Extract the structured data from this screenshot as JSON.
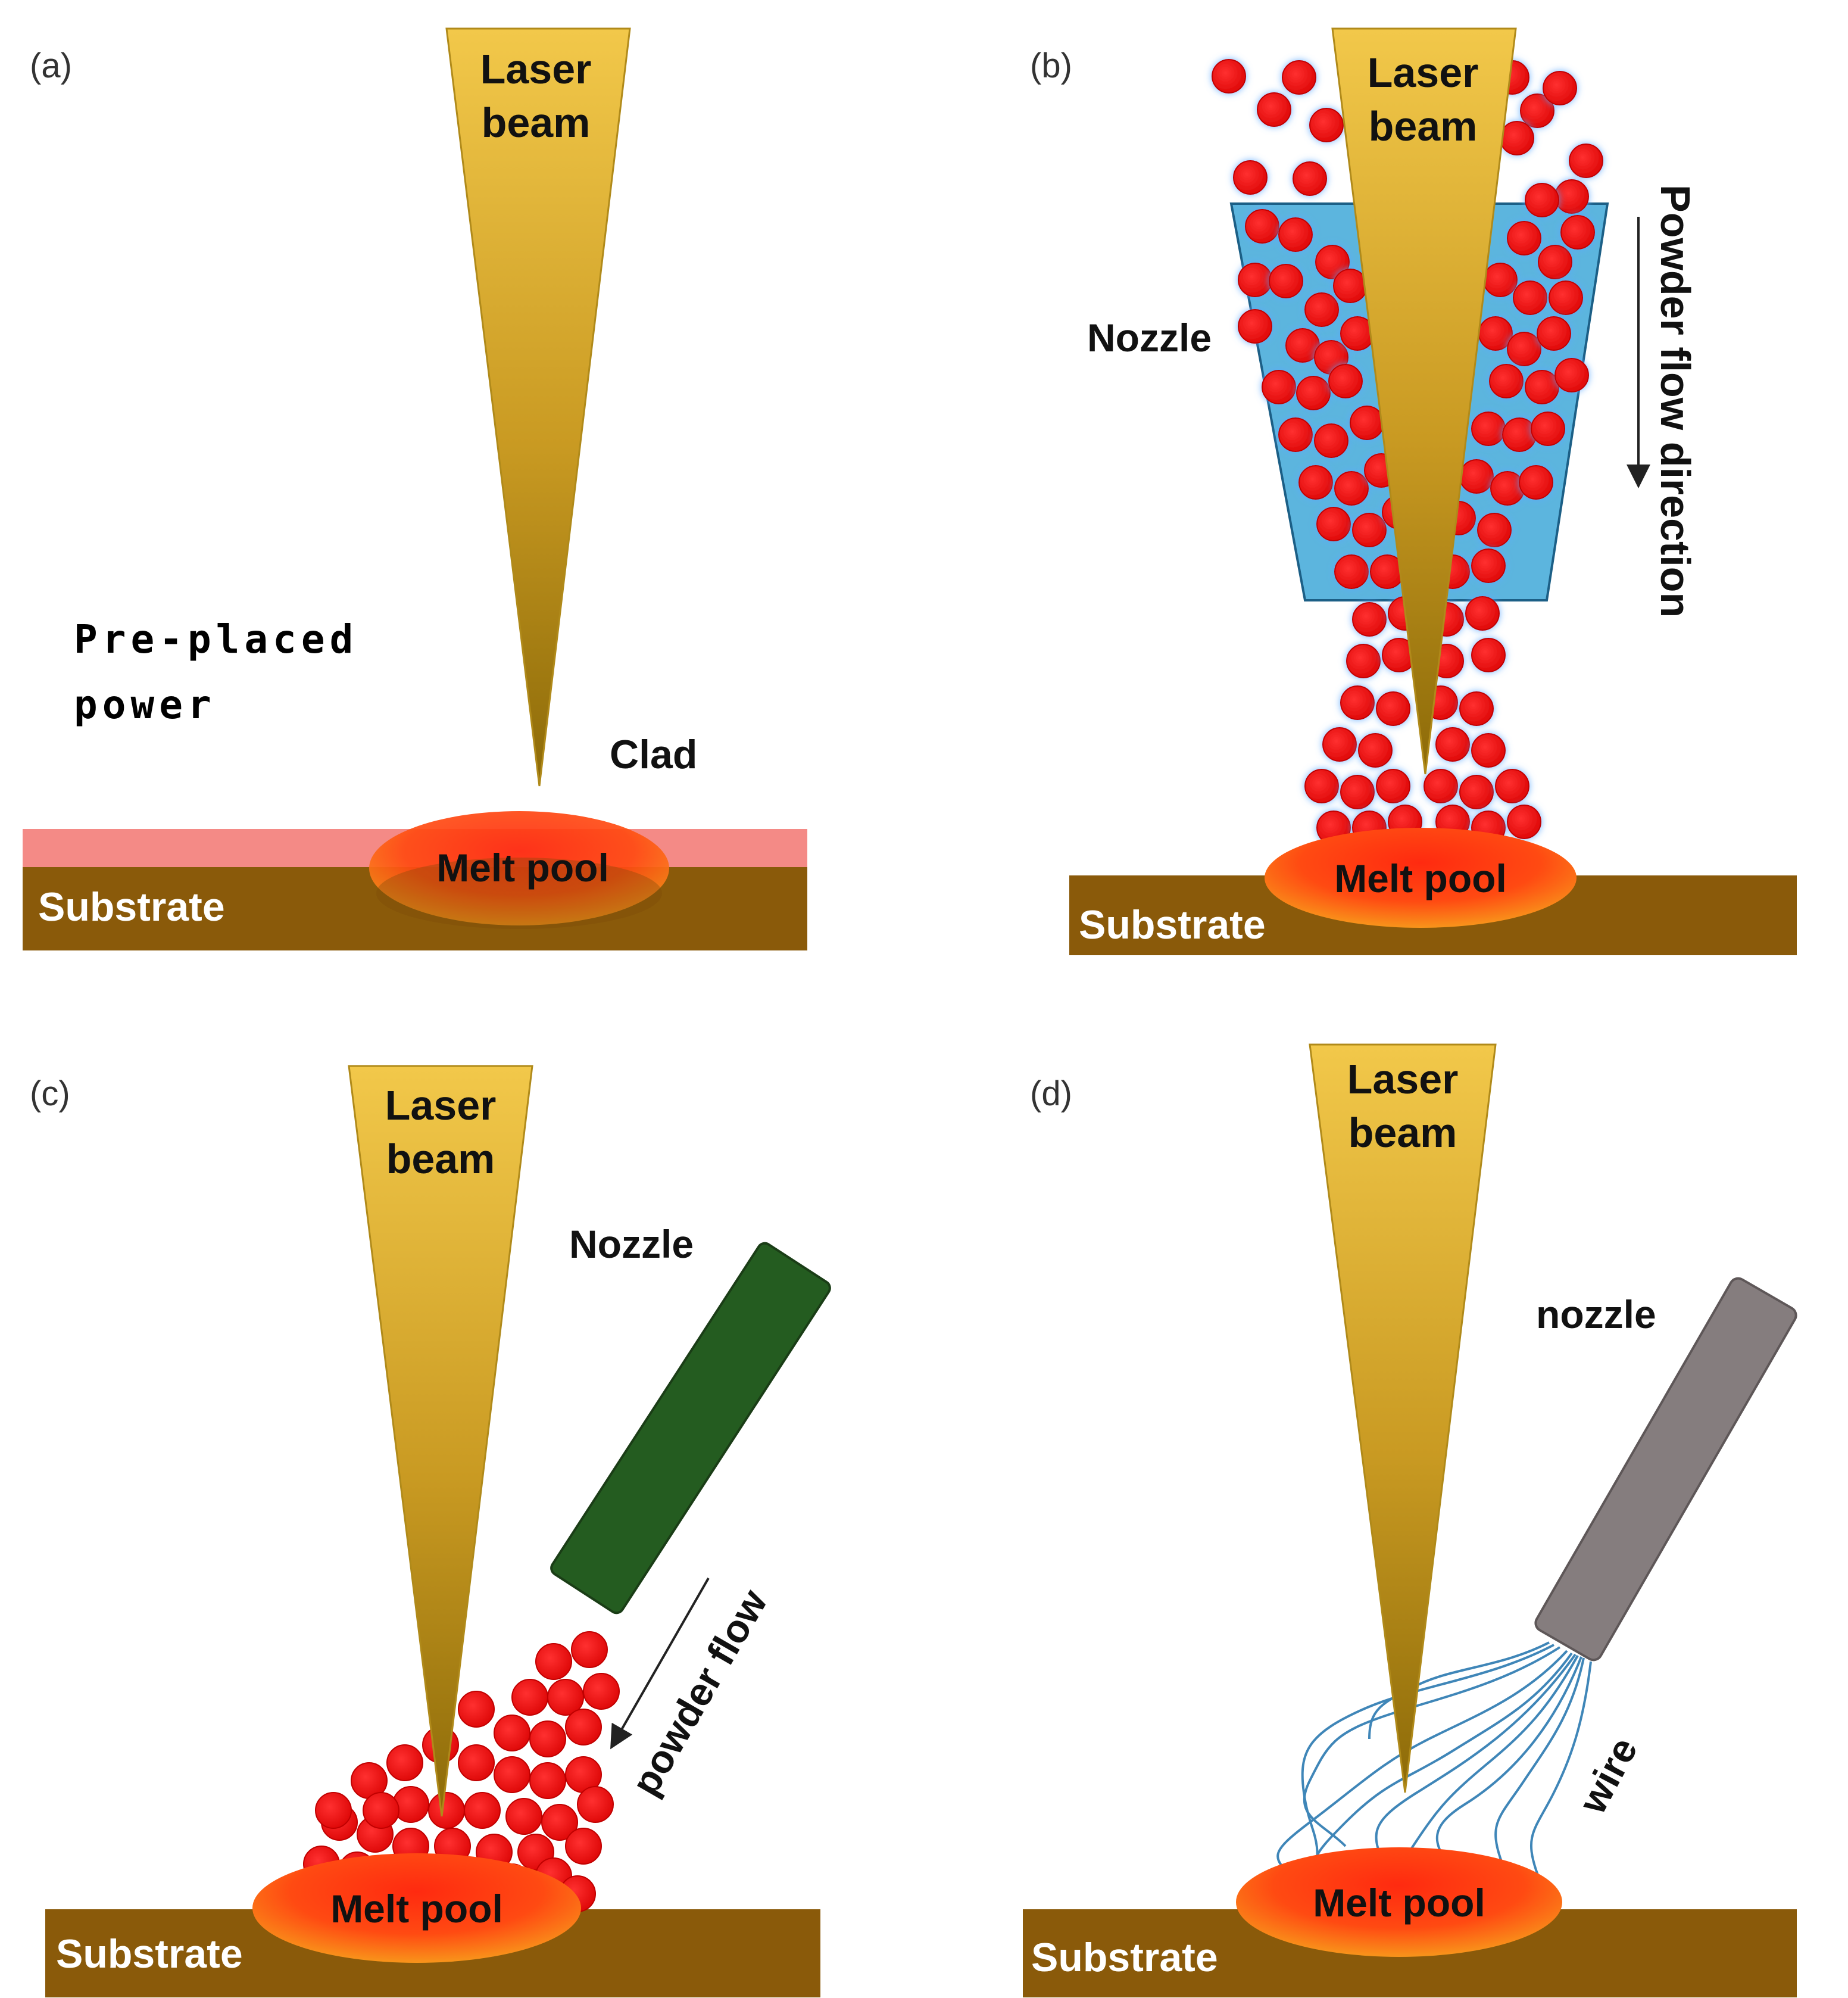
{
  "colors": {
    "substrate": "#8a5a0a",
    "preplaced_layer": "#f48a86",
    "beam_top": "#f2c84a",
    "beam_bottom": "#8c6a08",
    "pool_core": "#ff2a10",
    "pool_edge": "#f7a21c",
    "particle": "#ff1a1a",
    "particle_glow": "#5aa8ff",
    "coaxial_nozzle": "#3fa8d8",
    "side_nozzle": "#245c20",
    "wire_nozzle": "#857d7e",
    "wire": "#3f86b8"
  },
  "panels": {
    "a": {
      "tag": "(a)",
      "beam_line1": "Laser",
      "beam_line2": "beam",
      "preplaced_line1": "Pre-placed",
      "preplaced_line2": "power",
      "clad": "Clad",
      "melt_pool": "Melt pool",
      "substrate": "Substrate"
    },
    "b": {
      "tag": "(b)",
      "beam_line1": "Laser",
      "beam_line2": "beam",
      "nozzle": "Nozzle",
      "flow": "Powder flow direction",
      "melt_pool": "Melt pool",
      "substrate": "Substrate"
    },
    "c": {
      "tag": "(c)",
      "beam_line1": "Laser",
      "beam_line2": "beam",
      "nozzle": "Nozzle",
      "flow": "powder flow",
      "melt_pool": "Melt pool",
      "substrate": "Substrate"
    },
    "d": {
      "tag": "(d)",
      "beam_line1": "Laser",
      "beam_line2": "beam",
      "nozzle": "nozzle",
      "wire": "wire",
      "melt_pool": "Melt pool",
      "substrate": "Substrate"
    }
  }
}
